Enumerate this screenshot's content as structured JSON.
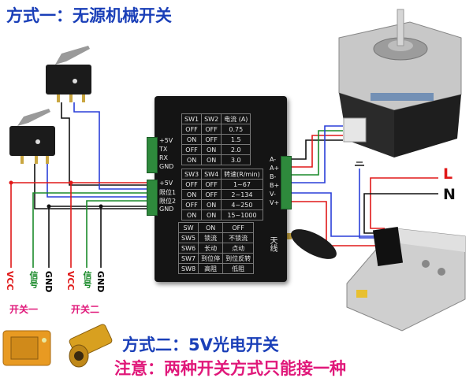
{
  "titles": {
    "method_one": "方式一：无源机械开关",
    "method_two": "方式二：5V光电开关",
    "note": "注意：两种开关方式只能接一种"
  },
  "controller": {
    "left_pins_top": [
      "+5V",
      "TX",
      "RX",
      "GND"
    ],
    "left_pins_bottom": [
      "+5V",
      "限位1",
      "限位2",
      "GND"
    ],
    "right_pins": [
      "A-",
      "A+",
      "B-",
      "B+",
      "V-",
      "V+"
    ],
    "antenna_label": "天线",
    "current_table": {
      "header": [
        "SW1",
        "SW2",
        "电流 (A)"
      ],
      "rows": [
        [
          "OFF",
          "OFF",
          "0.75"
        ],
        [
          "ON",
          "OFF",
          "1.5"
        ],
        [
          "OFF",
          "ON",
          "2.0"
        ],
        [
          "ON",
          "ON",
          "3.0"
        ]
      ]
    },
    "speed_table": {
      "header": [
        "SW3",
        "SW4",
        "转速(R/min)"
      ],
      "rows": [
        [
          "OFF",
          "OFF",
          "1~67"
        ],
        [
          "ON",
          "OFF",
          "2~134"
        ],
        [
          "OFF",
          "ON",
          "4~250"
        ],
        [
          "ON",
          "ON",
          "15~1000"
        ]
      ]
    },
    "mode_table": {
      "header": [
        "SW",
        "ON",
        "OFF"
      ],
      "rows": [
        [
          "SW5",
          "锁流",
          "不锁流"
        ],
        [
          "SW6",
          "长动",
          "点动"
        ],
        [
          "SW7",
          "到位停",
          "到位反转"
        ],
        [
          "SW8",
          "高阻",
          "低阻"
        ]
      ]
    }
  },
  "wire_labels": [
    {
      "text": "VCC",
      "color": "#e01818"
    },
    {
      "text": "信号",
      "color": "#1a8a2a"
    },
    {
      "text": "GND",
      "color": "#000000"
    },
    {
      "text": "VCC",
      "color": "#e01818"
    },
    {
      "text": "信号",
      "color": "#1a8a2a"
    },
    {
      "text": "GND",
      "color": "#000000"
    }
  ],
  "switch_labels": [
    "开关一",
    "开关二"
  ],
  "ac_labels": {
    "live": "L",
    "neutral": "N"
  },
  "colors": {
    "title_blue": "#1a3fb8",
    "note_pink": "#e0187a",
    "wire_red": "#e01818",
    "wire_green": "#1a8a2a",
    "wire_blue": "#2a3fd8",
    "wire_black": "#111111"
  }
}
